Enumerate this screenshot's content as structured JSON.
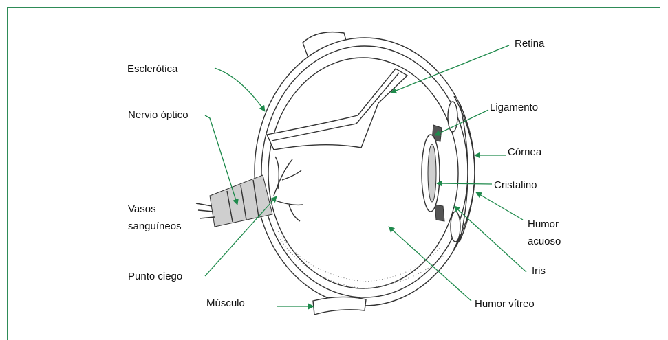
{
  "labels": {
    "esclerotica": "Esclerótica",
    "nervio_optico": "Nervio óptico",
    "vasos_line1": "Vasos",
    "vasos_line2": "sanguíneos",
    "punto_ciego": "Punto ciego",
    "musculo": "Músculo",
    "retina": "Retina",
    "ligamento": "Ligamento",
    "cornea": "Córnea",
    "cristalino": "Cristalino",
    "humor_acuoso_line1": "Humor",
    "humor_acuoso_line2": "acuoso",
    "iris": "Iris",
    "humor_vitreo": "Humor vítreo"
  },
  "colors": {
    "border": "#2e8b57",
    "arrow": "#1f8a4c",
    "line": "#333333",
    "text": "#111111"
  }
}
